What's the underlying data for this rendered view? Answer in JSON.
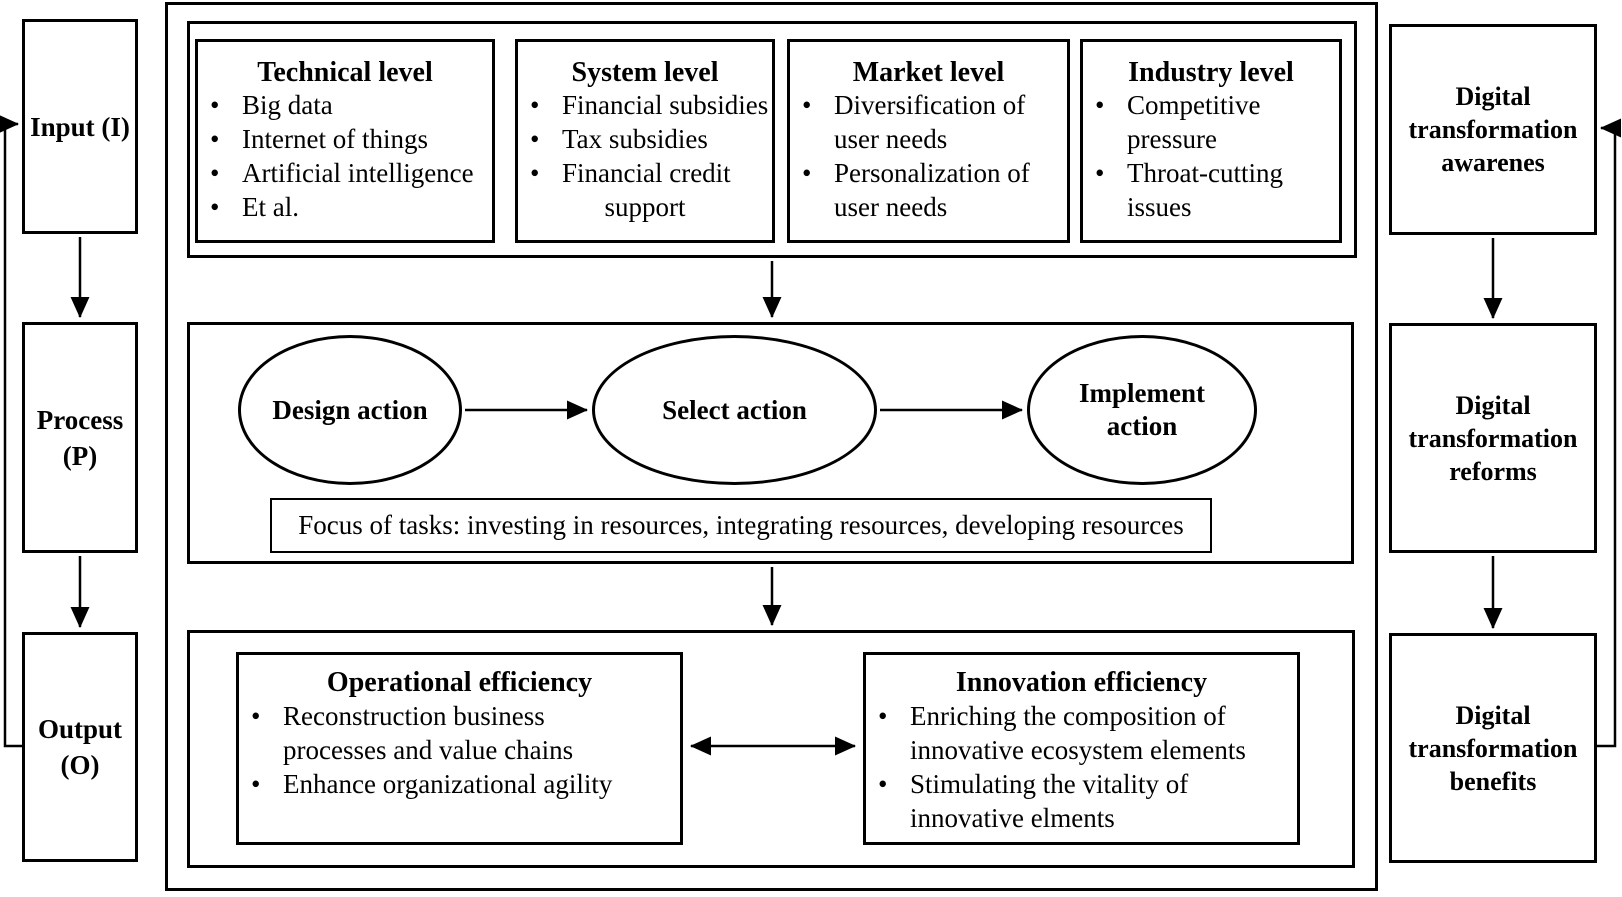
{
  "glyphs": {
    "bullet": "•"
  },
  "colors": {
    "ink": "#000000",
    "paper": "#ffffff"
  },
  "ipo_column": {
    "input_label": "Input (I)",
    "process_label": "Process (P)",
    "output_label": "Output (O)"
  },
  "input_levels": {
    "technical": {
      "title": "Technical level",
      "lines": [
        "Big data",
        "Internet of things",
        "Artificial intelligence",
        "Et al."
      ]
    },
    "system": {
      "title": "System level",
      "lines": [
        "Financial subsidies",
        "Tax subsidies",
        "Financial credit",
        "support"
      ]
    },
    "market": {
      "title": "Market level",
      "lines": [
        "Diversification of",
        "user needs",
        "Personalization of",
        "user needs"
      ]
    },
    "industry": {
      "title": "Industry level",
      "lines": [
        "Competitive",
        "pressure",
        "Throat-cutting",
        "issues"
      ]
    }
  },
  "process_stage": {
    "design_label": "Design action",
    "select_label": "Select action",
    "implement_label": "Implement action",
    "focus_note": "Focus of tasks: investing in resources, integrating resources, developing resources"
  },
  "output_stage": {
    "operational": {
      "title": "Operational efficiency",
      "lines": [
        "Reconstruction business",
        "processes and value chains",
        "Enhance organizational agility"
      ]
    },
    "innovation": {
      "title": "Innovation efficiency",
      "lines": [
        "Enriching the composition of",
        "innovative ecosystem elements",
        "Stimulating the vitality of",
        "innovative elments"
      ]
    }
  },
  "transformation_column": {
    "awareness_label": "Digital transformation awarenes",
    "reforms_label": "Digital transformation reforms",
    "benefits_label": "Digital transformation benefits"
  }
}
